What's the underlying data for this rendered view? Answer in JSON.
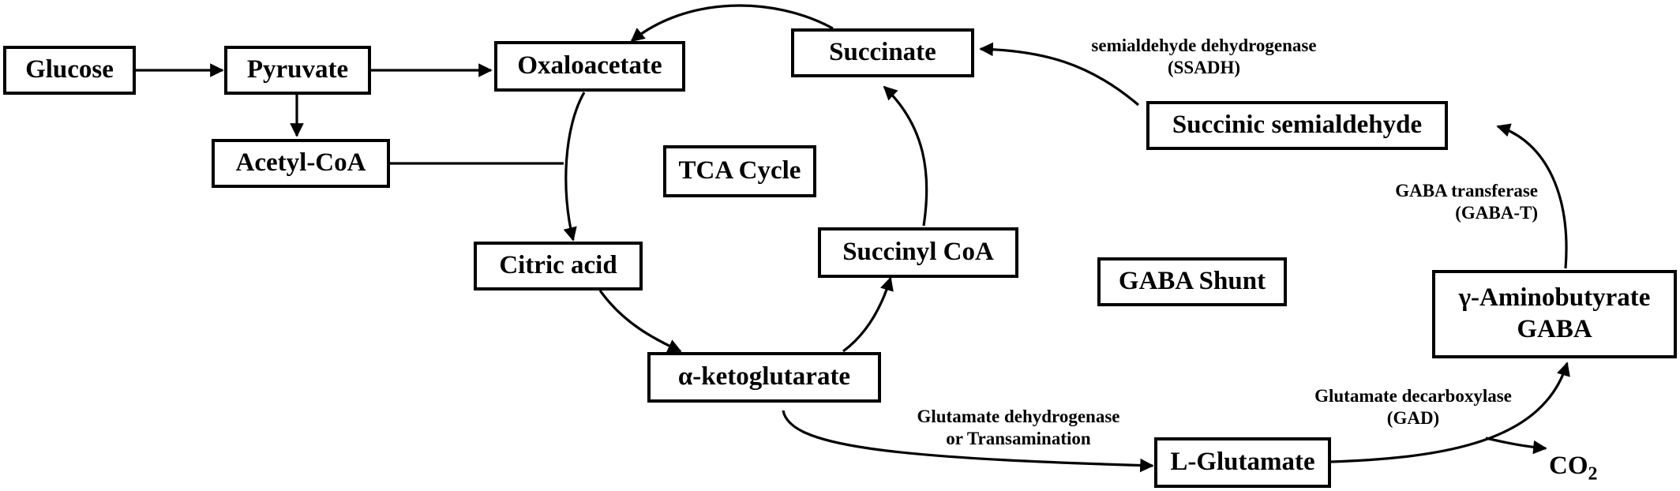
{
  "nodes": {
    "glucose": "Glucose",
    "pyruvate": "Pyruvate",
    "acetyl_coa": "Acetyl-CoA",
    "oxaloacetate": "Oxaloacetate",
    "citric_acid": "Citric acid",
    "alpha_ketoglutarate": "α-ketoglutarate",
    "succinyl_coa": "Succinyl CoA",
    "succinate": "Succinate",
    "succinic_semialdehyde": "Succinic semialdehyde",
    "gaba_line1": "γ-Aminobutyrate",
    "gaba_line2": "GABA",
    "l_glutamate": "L-Glutamate"
  },
  "cycle_labels": {
    "tca": "TCA Cycle",
    "gaba_shunt": "GABA Shunt"
  },
  "enzymes": {
    "ssadh_line1": "semialdehyde dehydrogenase",
    "ssadh_line2": "(SSADH)",
    "gabat_line1": "GABA transferase",
    "gabat_line2": "(GABA-T)",
    "gad_line1": "Glutamate decarboxylase",
    "gad_line2": "(GAD)",
    "gdh_line1": "Glutamate dehydrogenase",
    "gdh_line2": "or Transamination"
  },
  "products": {
    "co2_base": "CO",
    "co2_sub": "2"
  }
}
